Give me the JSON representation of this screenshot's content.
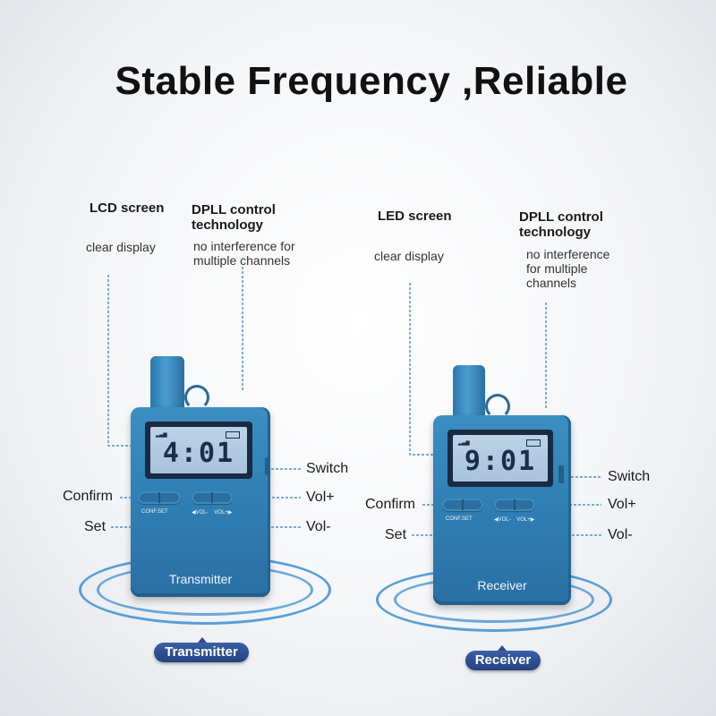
{
  "title": "Stable Frequency ,Reliable",
  "transmitter": {
    "callout_lcd_title": "LCD screen",
    "callout_lcd_desc": "clear display",
    "callout_dpll_title_1": "DPLL control",
    "callout_dpll_title_2": "technology",
    "callout_dpll_desc_1": "no interference for",
    "callout_dpll_desc_2": "multiple channels",
    "display": "4:01",
    "confirm_label": "Confirm",
    "set_label": "Set",
    "switch_label": "Switch",
    "vol_plus_label": "Vol+",
    "vol_minus_label": "Vol-",
    "button_caption_left": "CONF.SET",
    "button_caption_right": "◀VOL-    VOL+▶",
    "device_name": "Transmitter",
    "badge": "Transmitter"
  },
  "receiver": {
    "callout_led_title": "LED screen",
    "callout_led_desc": "clear display",
    "callout_dpll_title_1": "DPLL control",
    "callout_dpll_title_2": "technology",
    "callout_dpll_desc_1": "no interference",
    "callout_dpll_desc_2": "for multiple",
    "callout_dpll_desc_3": "channels",
    "display": "9:01",
    "confirm_label": "Confirm",
    "set_label": "Set",
    "switch_label": "Switch",
    "vol_plus_label": "Vol+",
    "vol_minus_label": "Vol-",
    "button_caption_left": "CONF.SET",
    "button_caption_right": "◀VOL-    VOL+▶",
    "device_name": "Receiver",
    "badge": "Receiver"
  },
  "colors": {
    "device_blue": "#2f7fb4",
    "ring_blue": "#3c8ed0",
    "badge_navy": "#23427f",
    "callout_line": "#2a7fc0"
  }
}
